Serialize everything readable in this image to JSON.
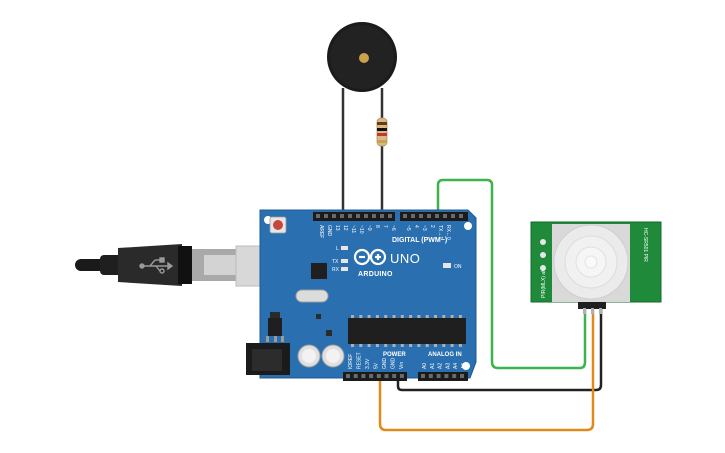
{
  "board": {
    "name": "UNO",
    "brand": "ARDUINO",
    "digital_header": "DIGITAL (PWM~)",
    "power_header": "POWER",
    "analog_header": "ANALOG IN",
    "on_label": "ON",
    "tx_label": "TX",
    "rx_label": "RX",
    "l_label": "L",
    "digital_pins": [
      "AREF",
      "GND",
      "13",
      "12",
      "~11",
      "~10",
      "~9",
      "8",
      "7",
      "~6",
      "~5",
      "4",
      "~3",
      "2",
      "TX→1",
      "RX←0"
    ],
    "power_pins": [
      "IOREF",
      "RESET",
      "3.3V",
      "5V",
      "GND",
      "GND",
      "Vin"
    ],
    "analog_pins": [
      "A0",
      "A1",
      "A2",
      "A3",
      "A4",
      "A5"
    ],
    "color": "#2a6fb0"
  },
  "sensor": {
    "left_text": "PIR(MLX) ah",
    "right_text": "HC-SR501 PIR",
    "color": "#1e8a3a"
  },
  "wires": {
    "signal_color": "#3cb44b",
    "ground_color": "#222222",
    "power_color": "#e08a1e",
    "buzzer_color": "#333333"
  },
  "components": {
    "buzzer": "piezo-buzzer",
    "resistor": "resistor",
    "usb": "usb-cable"
  }
}
